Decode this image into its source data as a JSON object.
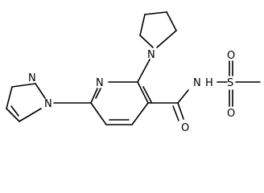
{
  "molecule": {
    "atoms": {
      "n_pyrrolidine": "N",
      "n_pyridine": "N",
      "n_pyrazole_1": "N",
      "n_pyrazole_2": "N",
      "n_amide": "N",
      "h_amide": "H",
      "s_sulfonyl": "S",
      "o_carbonyl": "O",
      "o_sulfonyl_1": "O",
      "o_sulfonyl_2": "O"
    }
  }
}
